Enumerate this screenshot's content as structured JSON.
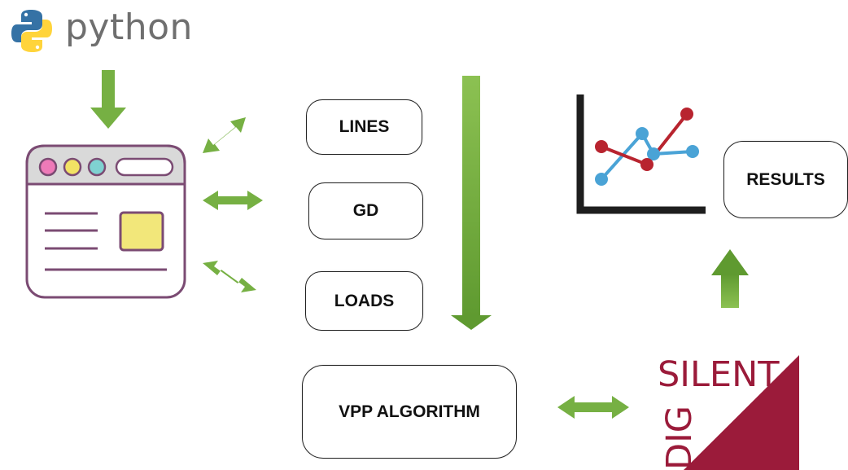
{
  "python": {
    "label": "python",
    "logo_icon": "python-logo-icon"
  },
  "boxes": {
    "lines": "LINES",
    "gd": "GD",
    "loads": "LOADS",
    "vpp": "VPP ALGORITHM",
    "results": "RESULTS"
  },
  "digsilent": {
    "word1": "SILENT",
    "word2": "DIG"
  },
  "colors": {
    "arrow_green": "#76b043",
    "arrow_green_dark": "#5a8f2c",
    "digsilent_red": "#9b1b3a",
    "chart_red": "#b8242f",
    "chart_blue": "#4aa3d6",
    "window_border": "#7b4b73"
  },
  "icons": {
    "window": "app-window-icon",
    "chart": "line-chart-icon"
  }
}
